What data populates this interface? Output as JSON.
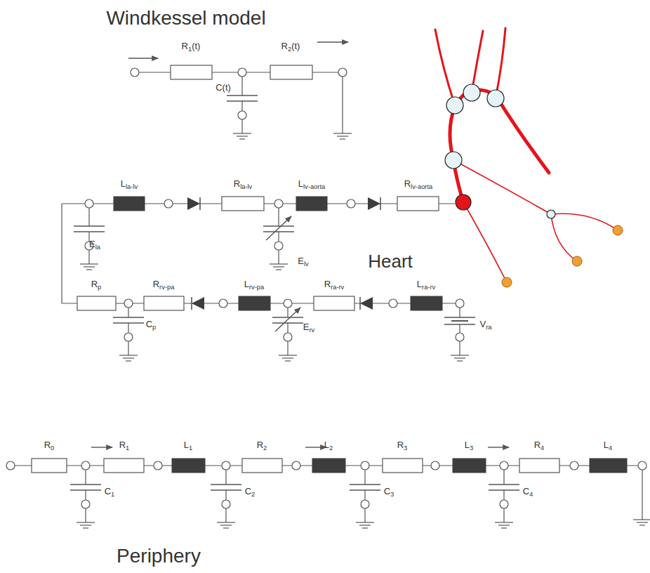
{
  "diagram": {
    "labels": [
      "Windkessel model",
      "R1(t)",
      "R2(t)",
      "C(t)",
      "Lla-lv",
      "Rla-lv",
      "Llv-aorta",
      "Rlv-aorta",
      "Ela",
      "Elv",
      "Heart",
      "Rp",
      "Rrv-pa",
      "Lrv-pa",
      "Rra-rv",
      "Lra-rv",
      "Cp",
      "Erv",
      "Vra",
      "R0",
      "R1",
      "L1",
      "R2",
      "L2",
      "R3",
      "L3",
      "R4",
      "L4",
      "C1",
      "C2",
      "C3",
      "C4",
      "Periphery"
    ]
  }
}
